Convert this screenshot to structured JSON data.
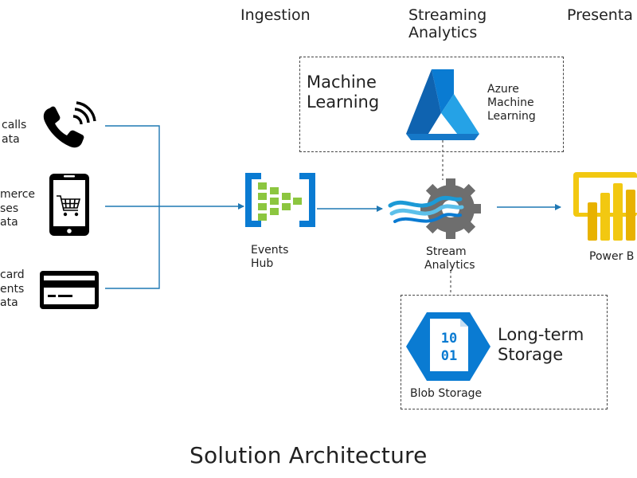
{
  "stages": {
    "ingestion": "Ingestion",
    "streaming": [
      "Streaming",
      "Analytics"
    ],
    "presentation": "Presenta"
  },
  "sources": [
    {
      "lines": [
        "calls",
        "ata"
      ],
      "icon": "phone-icon"
    },
    {
      "lines": [
        "merce",
        "ses",
        "ata"
      ],
      "icon": "mobile-cart-icon"
    },
    {
      "lines": [
        "card",
        "ents",
        "ata"
      ],
      "icon": "credit-card-icon"
    }
  ],
  "events_hub": {
    "label": [
      "Events",
      "Hub"
    ],
    "icon": "events-hub-icon"
  },
  "stream_analytics": {
    "label": [
      "Stream",
      "Analytics"
    ],
    "icon": "stream-analytics-gear-icon"
  },
  "machine_learning": {
    "box_label": [
      "Machine",
      "Learning"
    ],
    "service": [
      "Azure",
      "Machine",
      "Learning"
    ],
    "icon": "azure-ml-flask-icon"
  },
  "storage": {
    "box_label": [
      "Long-term",
      "Storage"
    ],
    "service": "Blob Storage",
    "icon_text": [
      "10",
      "01"
    ],
    "icon": "blob-storage-hexagon-icon"
  },
  "power_bi": {
    "label": "Power B",
    "icon": "power-bi-icon"
  },
  "caption": "Solution Architecture",
  "colors": {
    "connector": "#1f78b4",
    "azure_blue": "#0a7bd2",
    "events_green": "#8cc63f",
    "powerbi_yellow": "#f2c811",
    "gear_gray": "#6e6e6e"
  }
}
